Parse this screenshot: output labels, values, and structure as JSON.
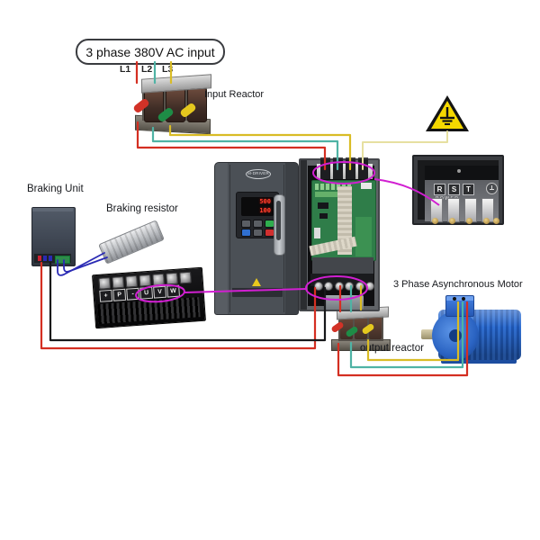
{
  "diagram": {
    "input_label": "3 phase 380V AC input",
    "phases": [
      "L1",
      "L2",
      "L3"
    ],
    "input_reactor_label": "Input Reactor",
    "braking_unit_label": "Braking Unit",
    "braking_resistor_label": "Braking resistor",
    "output_reactor_label": "output reactor",
    "motor_label": "3 Phase Asynchronous Motor",
    "dc_terminals": [
      "+",
      "P",
      "-",
      "U",
      "V",
      "W"
    ],
    "rst": {
      "r": "R",
      "s": "S",
      "t": "T",
      "caption": "POWER"
    },
    "vfd": {
      "brand": "M-DRIVER",
      "display_top": "500",
      "display_bottom": "100"
    }
  },
  "colors": {
    "wire_red": "#d42f22",
    "wire_teal": "#4fb3a5",
    "wire_yellow": "#d9bc25",
    "wire_ground_yellow": "#e6e0a0",
    "wire_black": "#17181a",
    "wire_blue": "#2a2ab4",
    "annotation_magenta": "#d11fd1",
    "warning_yellow": "#f5d800",
    "motor_blue": "#2b6fd4"
  }
}
